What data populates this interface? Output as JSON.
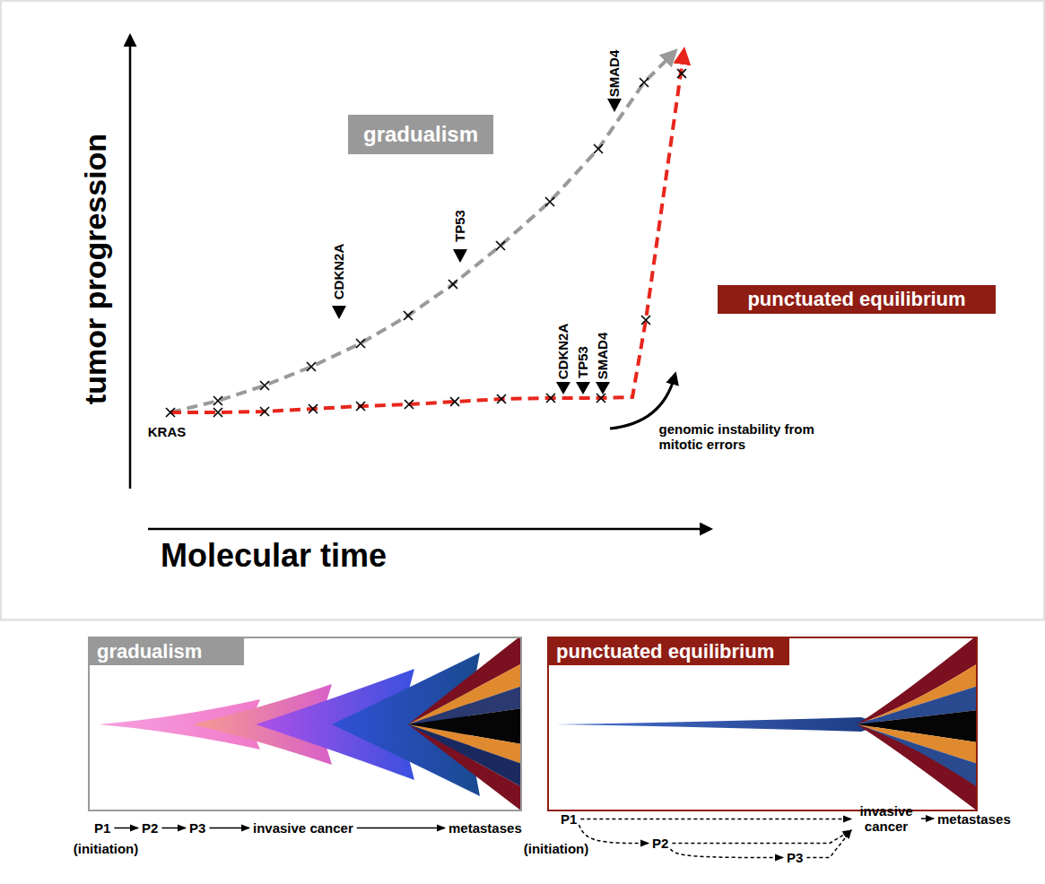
{
  "diagram": {
    "nodes": [
      {
        "text": [
          "gradualism"
        ]
      },
      {
        "text": [
          "punctuated equilibrium"
        ]
      },
      {
        "text": [
          "gradualism"
        ]
      },
      {
        "text": [
          "punctuated equilibrium"
        ]
      },
      {
        "text": [
          "P1"
        ]
      },
      {
        "text": [
          "P2"
        ]
      },
      {
        "text": [
          "P3"
        ]
      },
      {
        "text": [
          "invasive cancer"
        ]
      },
      {
        "text": [
          "metastases"
        ]
      },
      {
        "text": [
          "P1"
        ]
      },
      {
        "text": [
          "P2"
        ]
      },
      {
        "text": [
          "P3"
        ]
      },
      {
        "text": [
          "invasive cancer"
        ]
      },
      {
        "text": [
          "metastases"
        ]
      }
    ],
    "edges": [
      {
        "from": 4,
        "to": 5,
        "arrow": "to"
      },
      {
        "from": 5,
        "to": 6,
        "arrow": "to"
      },
      {
        "from": 6,
        "to": 7,
        "arrow": "to"
      },
      {
        "from": 7,
        "to": 8,
        "arrow": "to"
      },
      {
        "from": 9,
        "to": 12,
        "arrow": "to"
      },
      {
        "from": 9,
        "to": 10,
        "arrow": "to"
      },
      {
        "from": 10,
        "to": 12,
        "arrow": "to"
      },
      {
        "from": 10,
        "to": 11,
        "arrow": "to"
      },
      {
        "from": 11,
        "to": 12,
        "arrow": "to"
      },
      {
        "from": 12,
        "to": 13,
        "arrow": "to"
      }
    ],
    "labels": [
      "tumor progression",
      "Molecular time",
      "KRAS",
      "CDKN2A",
      "TP53",
      "SMAD4",
      "CDKN2A",
      "TP53",
      "SMAD4",
      "genomic instability from mitotic errors",
      "(initiation)",
      "(initiation)"
    ]
  }
}
